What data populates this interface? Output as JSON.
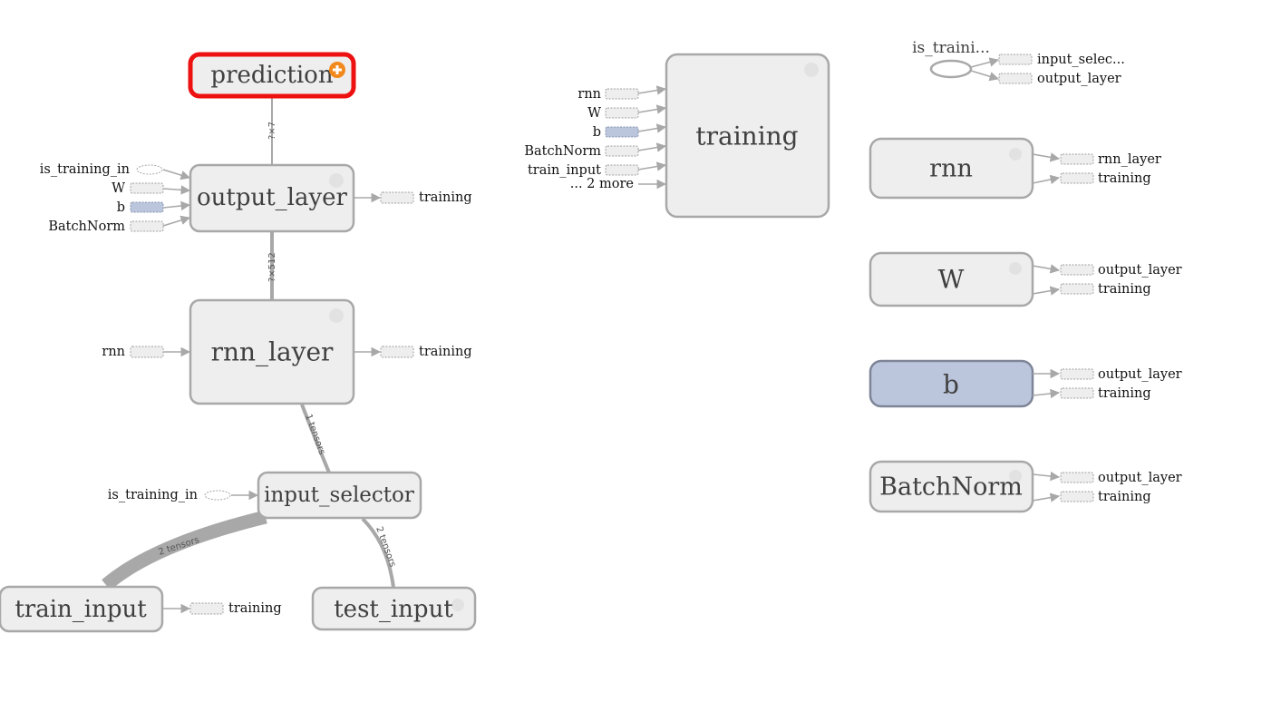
{
  "nodes": {
    "prediction": "prediction",
    "output_layer": "output_layer",
    "rnn_layer": "rnn_layer",
    "input_selector": "input_selector",
    "train_input": "train_input",
    "test_input": "test_input",
    "training": "training",
    "is_training_in_small": "is_traini...",
    "rnn": "rnn",
    "W": "W",
    "b": "b",
    "BatchNorm": "BatchNorm"
  },
  "edges": {
    "pred_out": "?×7",
    "out_rnn": "?×512",
    "rnn_sel": "1 tensors",
    "sel_train": "2 tensors",
    "sel_test": "2 tensors"
  },
  "output_layer_inputs": [
    "is_training_in",
    "W",
    "b",
    "BatchNorm"
  ],
  "output_layer_output": "training",
  "rnn_layer_input": "rnn",
  "rnn_layer_output": "training",
  "input_selector_input": "is_training_in",
  "train_input_output": "training",
  "training_inputs": [
    "rnn",
    "W",
    "b",
    "BatchNorm",
    "train_input",
    "... 2 more"
  ],
  "is_training_outputs": [
    "input_selec...",
    "output_layer"
  ],
  "rnn_outputs": [
    "rnn_layer",
    "training"
  ],
  "W_outputs": [
    "output_layer",
    "training"
  ],
  "b_outputs": [
    "output_layer",
    "training"
  ],
  "BatchNorm_outputs": [
    "output_layer",
    "training"
  ],
  "colors": {
    "node_fill": "#eeeeee",
    "node_stroke": "#a8a8a8",
    "highlight_fill": "#bbc6dd",
    "selected_stroke": "#ee1111",
    "expand_badge": "#f2891d"
  }
}
